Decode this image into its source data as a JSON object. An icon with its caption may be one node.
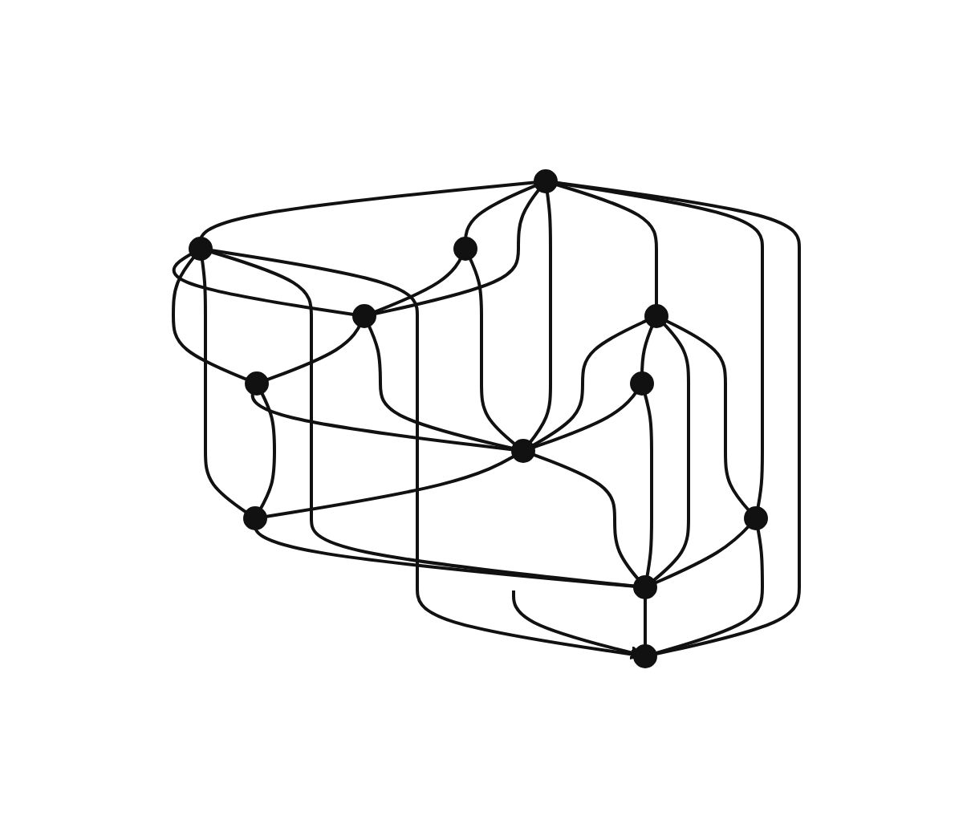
{
  "diagram": {
    "nodes": [
      {
        "text": [],
        "shape": "circle"
      },
      {
        "text": [],
        "shape": "circle"
      },
      {
        "text": [],
        "shape": "circle"
      },
      {
        "text": [],
        "shape": "circle"
      },
      {
        "text": [],
        "shape": "circle"
      },
      {
        "text": [],
        "shape": "circle"
      },
      {
        "text": [],
        "shape": "circle"
      },
      {
        "text": [],
        "shape": "circle"
      },
      {
        "text": [],
        "shape": "circle"
      },
      {
        "text": [],
        "shape": "circle"
      },
      {
        "text": [],
        "shape": "circle"
      },
      {
        "text": [],
        "shape": "circle"
      }
    ],
    "edges": [
      {
        "from": 0,
        "to": 1,
        "arrow": "none"
      },
      {
        "from": 0,
        "to": 2,
        "arrow": "none"
      },
      {
        "from": 0,
        "to": 3,
        "arrow": "none"
      },
      {
        "from": 1,
        "to": 3,
        "arrow": "none"
      },
      {
        "from": 2,
        "to": 3,
        "arrow": "none"
      },
      {
        "from": 3,
        "to": 4,
        "arrow": "none"
      },
      {
        "from": 1,
        "to": 4,
        "arrow": "none"
      },
      {
        "from": 0,
        "to": 6,
        "arrow": "none"
      },
      {
        "from": 2,
        "to": 6,
        "arrow": "none"
      },
      {
        "from": 3,
        "to": 6,
        "arrow": "none"
      },
      {
        "from": 4,
        "to": 6,
        "arrow": "none"
      },
      {
        "from": 4,
        "to": 8,
        "arrow": "none"
      },
      {
        "from": 1,
        "to": 8,
        "arrow": "none"
      },
      {
        "from": 0,
        "to": 5,
        "arrow": "none"
      },
      {
        "from": 5,
        "to": 6,
        "arrow": "none"
      },
      {
        "from": 5,
        "to": 7,
        "arrow": "none"
      },
      {
        "from": 7,
        "to": 6,
        "arrow": "none"
      },
      {
        "from": 6,
        "to": 8,
        "arrow": "none"
      },
      {
        "from": 6,
        "to": 9,
        "arrow": "none"
      },
      {
        "from": 7,
        "to": 9,
        "arrow": "none"
      },
      {
        "from": 5,
        "to": 9,
        "arrow": "none"
      },
      {
        "from": 8,
        "to": 9,
        "arrow": "none"
      },
      {
        "from": 1,
        "to": 9,
        "arrow": "none"
      },
      {
        "from": 0,
        "to": 10,
        "arrow": "none"
      },
      {
        "from": 5,
        "to": 10,
        "arrow": "none"
      },
      {
        "from": 10,
        "to": 9,
        "arrow": "none"
      },
      {
        "from": 10,
        "to": 11,
        "arrow": "none"
      },
      {
        "from": 9,
        "to": 11,
        "arrow": "none"
      },
      {
        "from": 0,
        "to": 11,
        "arrow": "none"
      },
      {
        "from": 1,
        "to": 11,
        "arrow": "none"
      },
      {
        "from": null,
        "to": 11,
        "arrow": "to"
      }
    ]
  }
}
